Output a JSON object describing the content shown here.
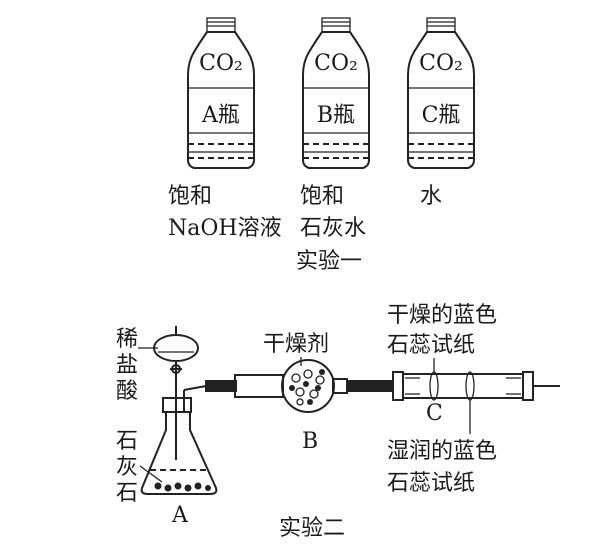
{
  "experiment1": {
    "caption": "实验一",
    "bottles": [
      {
        "gas": "CO₂",
        "label": "A瓶",
        "content": [
          "饱和",
          "NaOH溶液"
        ]
      },
      {
        "gas": "CO₂",
        "label": "B瓶",
        "content": [
          "饱和",
          "石灰水"
        ]
      },
      {
        "gas": "CO₂",
        "label": "C瓶",
        "content": [
          "水"
        ]
      }
    ]
  },
  "experiment2": {
    "caption": "实验二",
    "funnel_label": [
      "稀",
      "盐",
      "酸"
    ],
    "solid_label": [
      "石",
      "灰",
      "石"
    ],
    "flask_letter": "A",
    "dryer_label": "干燥剂",
    "dryer_letter": "B",
    "tube_letter": "C",
    "dry_paper_label": [
      "干燥的蓝色",
      "石蕊试纸"
    ],
    "wet_paper_label": [
      "湿润的蓝色",
      "石蕊试纸"
    ]
  }
}
